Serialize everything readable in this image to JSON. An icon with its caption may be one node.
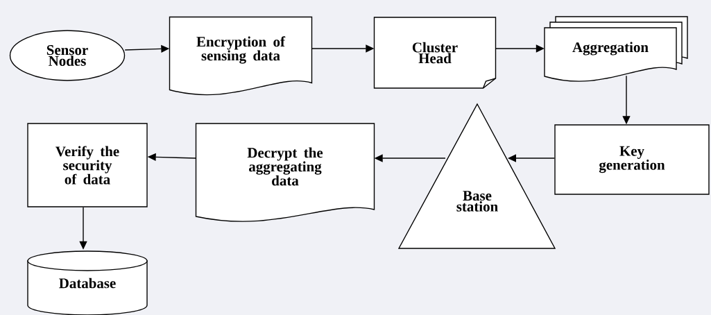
{
  "diagram": {
    "nodes": [
      {
        "text": [
          "Sensor Nodes"
        ]
      },
      {
        "text": [
          "Encryption of sensing data"
        ]
      },
      {
        "text": [
          "Cluster Head"
        ]
      },
      {
        "text": [
          "Aggregation"
        ]
      },
      {
        "text": [
          "Key generation"
        ]
      },
      {
        "text": [
          "Base station"
        ]
      },
      {
        "text": [
          "Decrypt the aggregating data"
        ]
      },
      {
        "text": [
          "Verify the security of data"
        ]
      },
      {
        "text": [
          "Database"
        ]
      }
    ],
    "edges": [
      {
        "from": 0,
        "to": 1,
        "arrow": "to"
      },
      {
        "from": 1,
        "to": 2,
        "arrow": "to"
      },
      {
        "from": 2,
        "to": 3,
        "arrow": "to"
      },
      {
        "from": 3,
        "to": 4,
        "arrow": "to"
      },
      {
        "from": 4,
        "to": 5,
        "arrow": "to"
      },
      {
        "from": 5,
        "to": 6,
        "arrow": "to"
      },
      {
        "from": 6,
        "to": 7,
        "arrow": "to"
      },
      {
        "from": 7,
        "to": 8,
        "arrow": "to"
      }
    ]
  }
}
